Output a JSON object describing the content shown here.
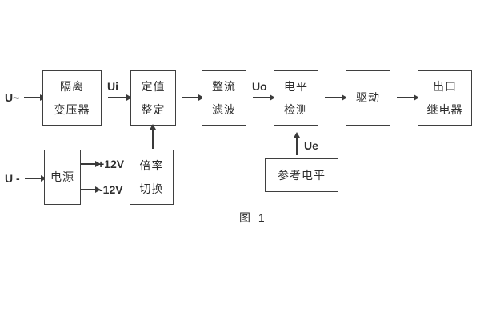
{
  "diagram": {
    "caption": "图 1",
    "palette": {
      "ink": "#3a3a3a",
      "background": "#ffffff"
    },
    "inputs": {
      "ac_label": "U~",
      "dc_label": "U -"
    },
    "signals": {
      "ui": "Ui",
      "uo": "Uo",
      "ue": "Ue",
      "plus12v": "+12V",
      "minus12v": "-12V"
    },
    "blocks": {
      "isolation_transformer": {
        "line1": "隔离",
        "line2": "变压器"
      },
      "setting_adjust": {
        "line1": "定值",
        "line2": "整定"
      },
      "rectifier_filter": {
        "line1": "整流",
        "line2": "滤波"
      },
      "level_detect": {
        "line1": "电平",
        "line2": "检测"
      },
      "driver": {
        "label": "驱动"
      },
      "output_relay": {
        "line1": "出口",
        "line2": "继电器"
      },
      "power_supply": {
        "label": "电源"
      },
      "ratio_switch": {
        "line1": "倍率",
        "line2": "切换"
      },
      "reference_level": {
        "label": "参考电平"
      }
    }
  }
}
